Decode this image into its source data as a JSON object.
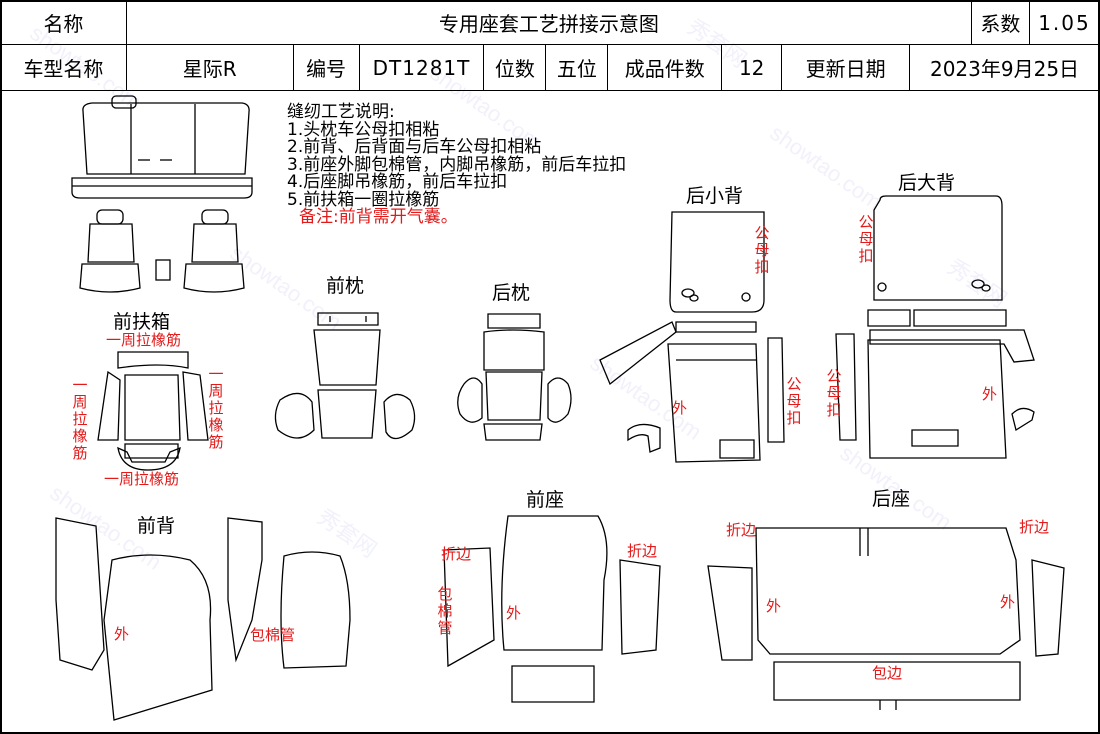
{
  "header": {
    "row1": {
      "name_label": "名称",
      "title": "专用座套工艺拼接示意图",
      "coef_label": "系数",
      "coef_value": "1.05"
    },
    "row2": {
      "model_label": "车型名称",
      "model_value": "星际R",
      "code_label": "编号",
      "code_value": "DT1281T",
      "seats_label": "位数",
      "seats_value": "五位",
      "pieces_label": "成品件数",
      "pieces_value": "12",
      "date_label": "更新日期",
      "date_value": "2023年9月25日"
    }
  },
  "notes": {
    "title": "缝纫工艺说明:",
    "items": [
      "1.头枕车公母扣相粘",
      "2.前背、后背面与后车公母扣相粘",
      "3.前座外脚包棉管，内脚吊橡筋，前后车拉扣",
      "4.后座脚吊橡筋，前后车拉扣",
      "5.前扶箱一圈拉橡筋"
    ],
    "remark": "备注:前背需开气囊。"
  },
  "sections": {
    "front_armrest": "前扶箱",
    "front_headrest": "前枕",
    "rear_headrest": "后枕",
    "rear_small_back": "后小背",
    "rear_big_back": "后大背",
    "front_back": "前背",
    "front_seat": "前座",
    "rear_seat": "后座"
  },
  "annotations": {
    "elastic_around": "一周拉橡筋",
    "snap": "公母扣",
    "outer": "外",
    "foam_tube": "包棉管",
    "fold": "折边",
    "wrap": "包边"
  },
  "watermark": {
    "text": "showtao.com",
    "brand": "秀套网"
  },
  "colors": {
    "annotation_red": "#e21a1a",
    "line": "#000000"
  }
}
